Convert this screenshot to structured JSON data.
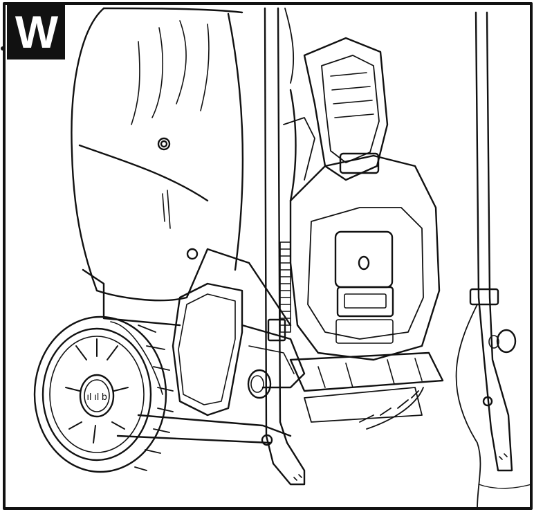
{
  "figure": {
    "step_label": "W",
    "subject": "lawn-mower-rear-view",
    "colors": {
      "ink": "#111111",
      "paper": "#ffffff"
    },
    "wheel_hub_marking": "ıl ıl b"
  }
}
